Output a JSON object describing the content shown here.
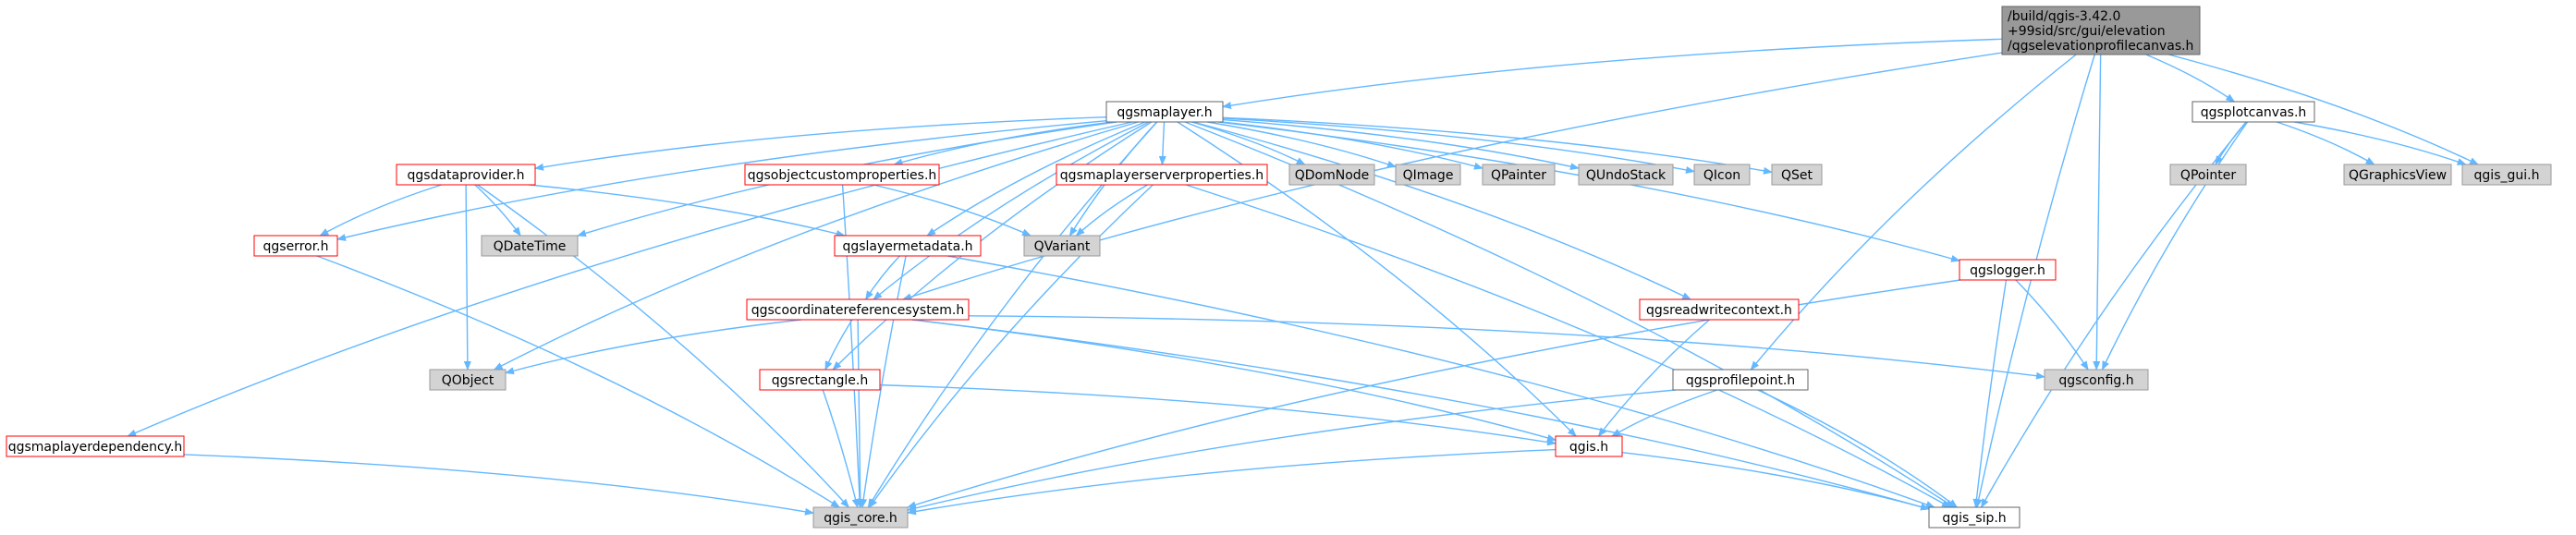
{
  "colors": {
    "edge": "#63b8ff",
    "red_border": "#ff0000",
    "grey_fill": "#d3d3d3",
    "grey_border": "#999999",
    "root_fill": "#999999",
    "root_border": "#666666",
    "white_border": "#666666"
  },
  "nodes": {
    "root": {
      "lines": [
        "/build/qgis-3.42.0",
        "+99sid/src/gui/elevation",
        "/qgselevationprofilecanvas.h"
      ],
      "style": "root"
    },
    "maplayer": {
      "lines": [
        "qgsmaplayer.h"
      ],
      "style": "white"
    },
    "plotcanvas": {
      "lines": [
        "qgsplotcanvas.h"
      ],
      "style": "white"
    },
    "dataprovider": {
      "lines": [
        "qgsdataprovider.h"
      ],
      "style": "red"
    },
    "objectcustomproperties": {
      "lines": [
        "qgsobjectcustomproperties.h"
      ],
      "style": "red"
    },
    "serverproperties": {
      "lines": [
        "qgsmaplayerserverproperties.h"
      ],
      "style": "red"
    },
    "qdomnode": {
      "lines": [
        "QDomNode"
      ],
      "style": "grey"
    },
    "qimage": {
      "lines": [
        "QImage"
      ],
      "style": "grey"
    },
    "qpainter": {
      "lines": [
        "QPainter"
      ],
      "style": "grey"
    },
    "qundostack": {
      "lines": [
        "QUndoStack"
      ],
      "style": "grey"
    },
    "qicon": {
      "lines": [
        "QIcon"
      ],
      "style": "grey"
    },
    "qset": {
      "lines": [
        "QSet"
      ],
      "style": "grey"
    },
    "qpointer": {
      "lines": [
        "QPointer"
      ],
      "style": "grey"
    },
    "qgraphicsview": {
      "lines": [
        "QGraphicsView"
      ],
      "style": "grey"
    },
    "qgisgui": {
      "lines": [
        "qgis_gui.h"
      ],
      "style": "grey"
    },
    "qgserror": {
      "lines": [
        "qgserror.h"
      ],
      "style": "red"
    },
    "qdatetime": {
      "lines": [
        "QDateTime"
      ],
      "style": "grey"
    },
    "qvariant": {
      "lines": [
        "QVariant"
      ],
      "style": "grey"
    },
    "layermetadata": {
      "lines": [
        "qgslayermetadata.h"
      ],
      "style": "red"
    },
    "qgslogger": {
      "lines": [
        "qgslogger.h"
      ],
      "style": "red"
    },
    "crs": {
      "lines": [
        "qgscoordinatereferencesystem.h"
      ],
      "style": "red"
    },
    "readwritecontext": {
      "lines": [
        "qgsreadwritecontext.h"
      ],
      "style": "red"
    },
    "qobject": {
      "lines": [
        "QObject"
      ],
      "style": "grey"
    },
    "rectangle": {
      "lines": [
        "qgsrectangle.h"
      ],
      "style": "red"
    },
    "profilepoint": {
      "lines": [
        "qgsprofilepoint.h"
      ],
      "style": "white"
    },
    "qgsconfig": {
      "lines": [
        "qgsconfig.h"
      ],
      "style": "grey"
    },
    "dependency": {
      "lines": [
        "qgsmaplayerdependency.h"
      ],
      "style": "red"
    },
    "qgis": {
      "lines": [
        "qgis.h"
      ],
      "style": "red"
    },
    "qgiscore": {
      "lines": [
        "qgis_core.h"
      ],
      "style": "grey"
    },
    "qgissip": {
      "lines": [
        "qgis_sip.h"
      ],
      "style": "white"
    }
  },
  "edges": [
    [
      "root",
      "maplayer"
    ],
    [
      "root",
      "plotcanvas"
    ],
    [
      "root",
      "crs"
    ],
    [
      "root",
      "profilepoint"
    ],
    [
      "root",
      "qgsconfig"
    ],
    [
      "root",
      "qgisgui"
    ],
    [
      "root",
      "qgissip"
    ],
    [
      "maplayer",
      "dataprovider"
    ],
    [
      "maplayer",
      "objectcustomproperties"
    ],
    [
      "maplayer",
      "serverproperties"
    ],
    [
      "maplayer",
      "qdomnode"
    ],
    [
      "maplayer",
      "qimage"
    ],
    [
      "maplayer",
      "qpainter"
    ],
    [
      "maplayer",
      "qundostack"
    ],
    [
      "maplayer",
      "qicon"
    ],
    [
      "maplayer",
      "qset"
    ],
    [
      "maplayer",
      "qgserror"
    ],
    [
      "maplayer",
      "qdatetime"
    ],
    [
      "maplayer",
      "qvariant"
    ],
    [
      "maplayer",
      "layermetadata"
    ],
    [
      "maplayer",
      "qgslogger"
    ],
    [
      "maplayer",
      "crs"
    ],
    [
      "maplayer",
      "readwritecontext"
    ],
    [
      "maplayer",
      "qobject"
    ],
    [
      "maplayer",
      "rectangle"
    ],
    [
      "maplayer",
      "dependency"
    ],
    [
      "maplayer",
      "qgis"
    ],
    [
      "maplayer",
      "qgiscore"
    ],
    [
      "maplayer",
      "qgissip"
    ],
    [
      "plotcanvas",
      "qpointer"
    ],
    [
      "plotcanvas",
      "qgraphicsview"
    ],
    [
      "plotcanvas",
      "qgisgui"
    ],
    [
      "plotcanvas",
      "qgsconfig"
    ],
    [
      "plotcanvas",
      "qgissip"
    ],
    [
      "dataprovider",
      "qgserror"
    ],
    [
      "dataprovider",
      "qdatetime"
    ],
    [
      "dataprovider",
      "layermetadata"
    ],
    [
      "dataprovider",
      "qobject"
    ],
    [
      "dataprovider",
      "qgiscore"
    ],
    [
      "objectcustomproperties",
      "qvariant"
    ],
    [
      "objectcustomproperties",
      "qgiscore"
    ],
    [
      "serverproperties",
      "qvariant"
    ],
    [
      "serverproperties",
      "qgiscore"
    ],
    [
      "serverproperties",
      "qgissip"
    ],
    [
      "qgserror",
      "qgiscore"
    ],
    [
      "layermetadata",
      "crs"
    ],
    [
      "layermetadata",
      "qgiscore"
    ],
    [
      "layermetadata",
      "qgissip"
    ],
    [
      "crs",
      "qobject"
    ],
    [
      "crs",
      "rectangle"
    ],
    [
      "crs",
      "qgiscore"
    ],
    [
      "crs",
      "qgis"
    ],
    [
      "crs",
      "qgsconfig"
    ],
    [
      "crs",
      "qgissip"
    ],
    [
      "readwritecontext",
      "qgis"
    ],
    [
      "qgslogger",
      "qgsconfig"
    ],
    [
      "qgslogger",
      "qgiscore"
    ],
    [
      "qgslogger",
      "qgissip"
    ],
    [
      "rectangle",
      "qgis"
    ],
    [
      "rectangle",
      "qgiscore"
    ],
    [
      "profilepoint",
      "qgis"
    ],
    [
      "profilepoint",
      "qgiscore"
    ],
    [
      "profilepoint",
      "qgissip"
    ],
    [
      "dependency",
      "qgiscore"
    ],
    [
      "qgis",
      "qgiscore"
    ],
    [
      "qgis",
      "qgissip"
    ]
  ]
}
